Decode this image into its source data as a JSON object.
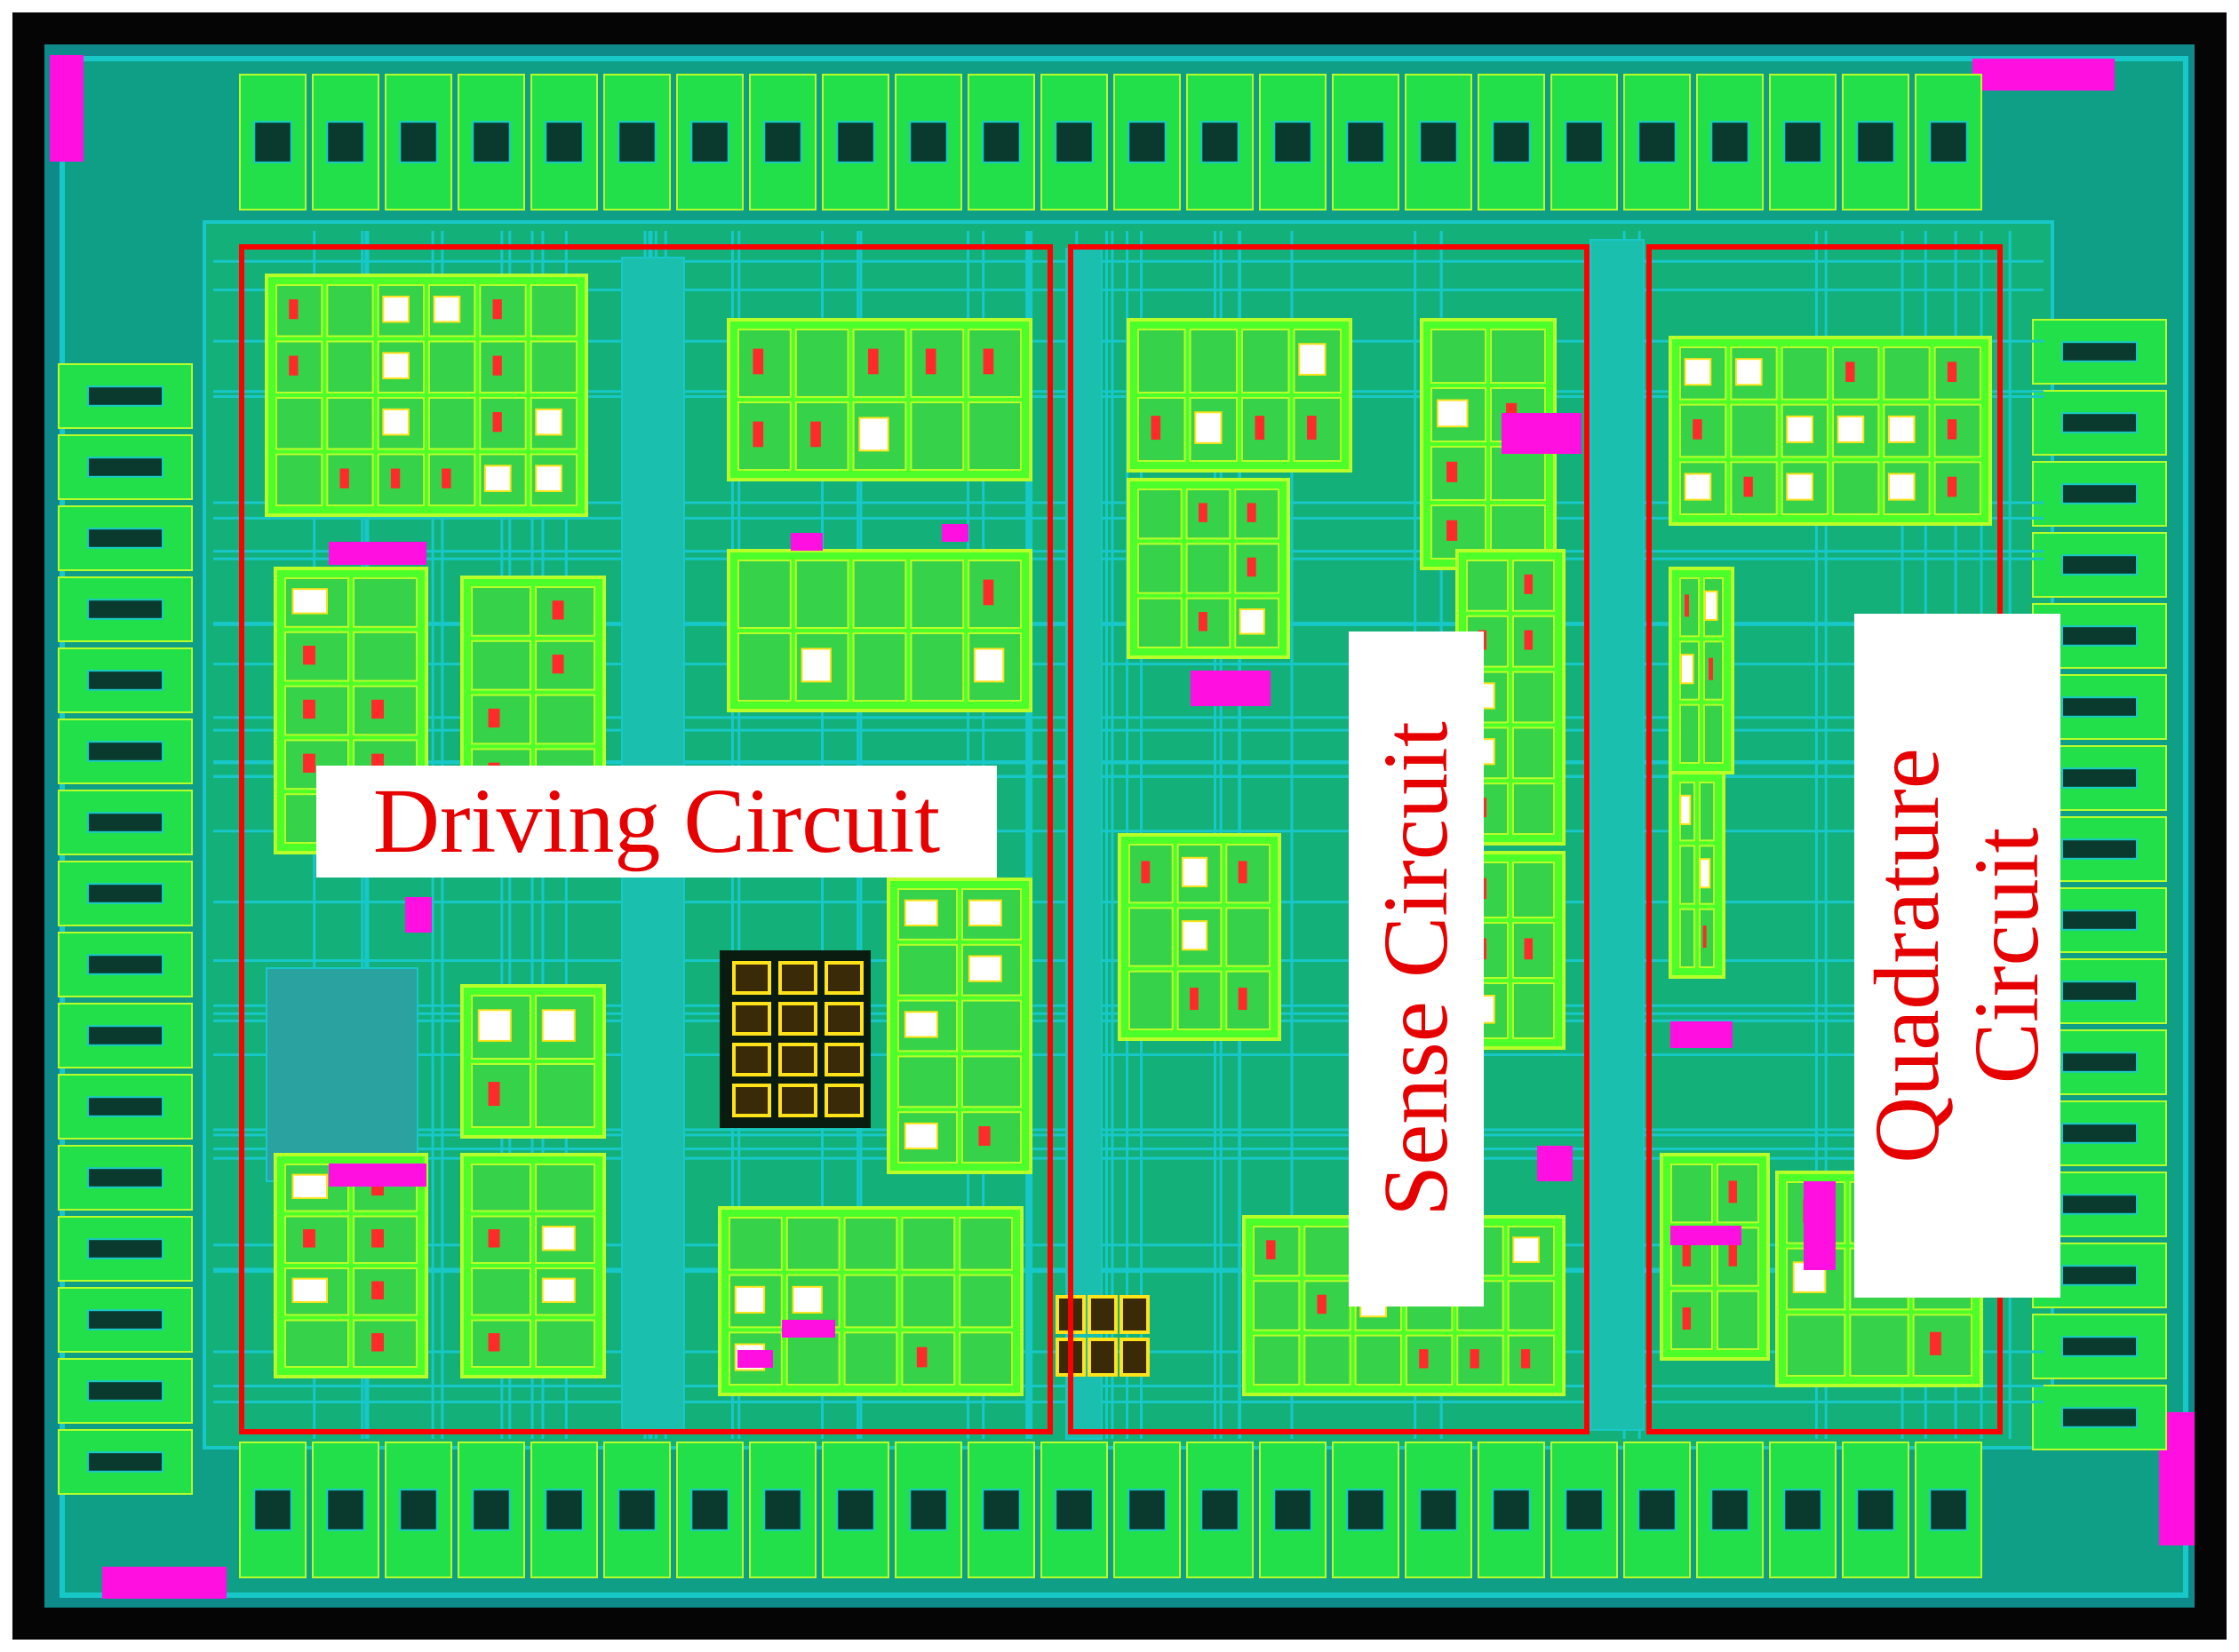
{
  "labels": {
    "driving": "Driving Circuit",
    "sense": "Sense Circuit",
    "quadrature_line1": "Quadrature",
    "quadrature_line2": "Circuit"
  },
  "colors": {
    "background": "#ffffff",
    "die_frame": "#000000",
    "metal_green": "#22e04a",
    "bright_green": "#4cff2a",
    "lime": "#b8ff2a",
    "cyan": "#18c8c8",
    "dark_cyan": "#0e8a8a",
    "magenta": "#ff10e0",
    "red_mark": "#ff2a2a",
    "yellow": "#ffe21a",
    "outline_red": "#ff0000",
    "label_text": "#e60000"
  }
}
